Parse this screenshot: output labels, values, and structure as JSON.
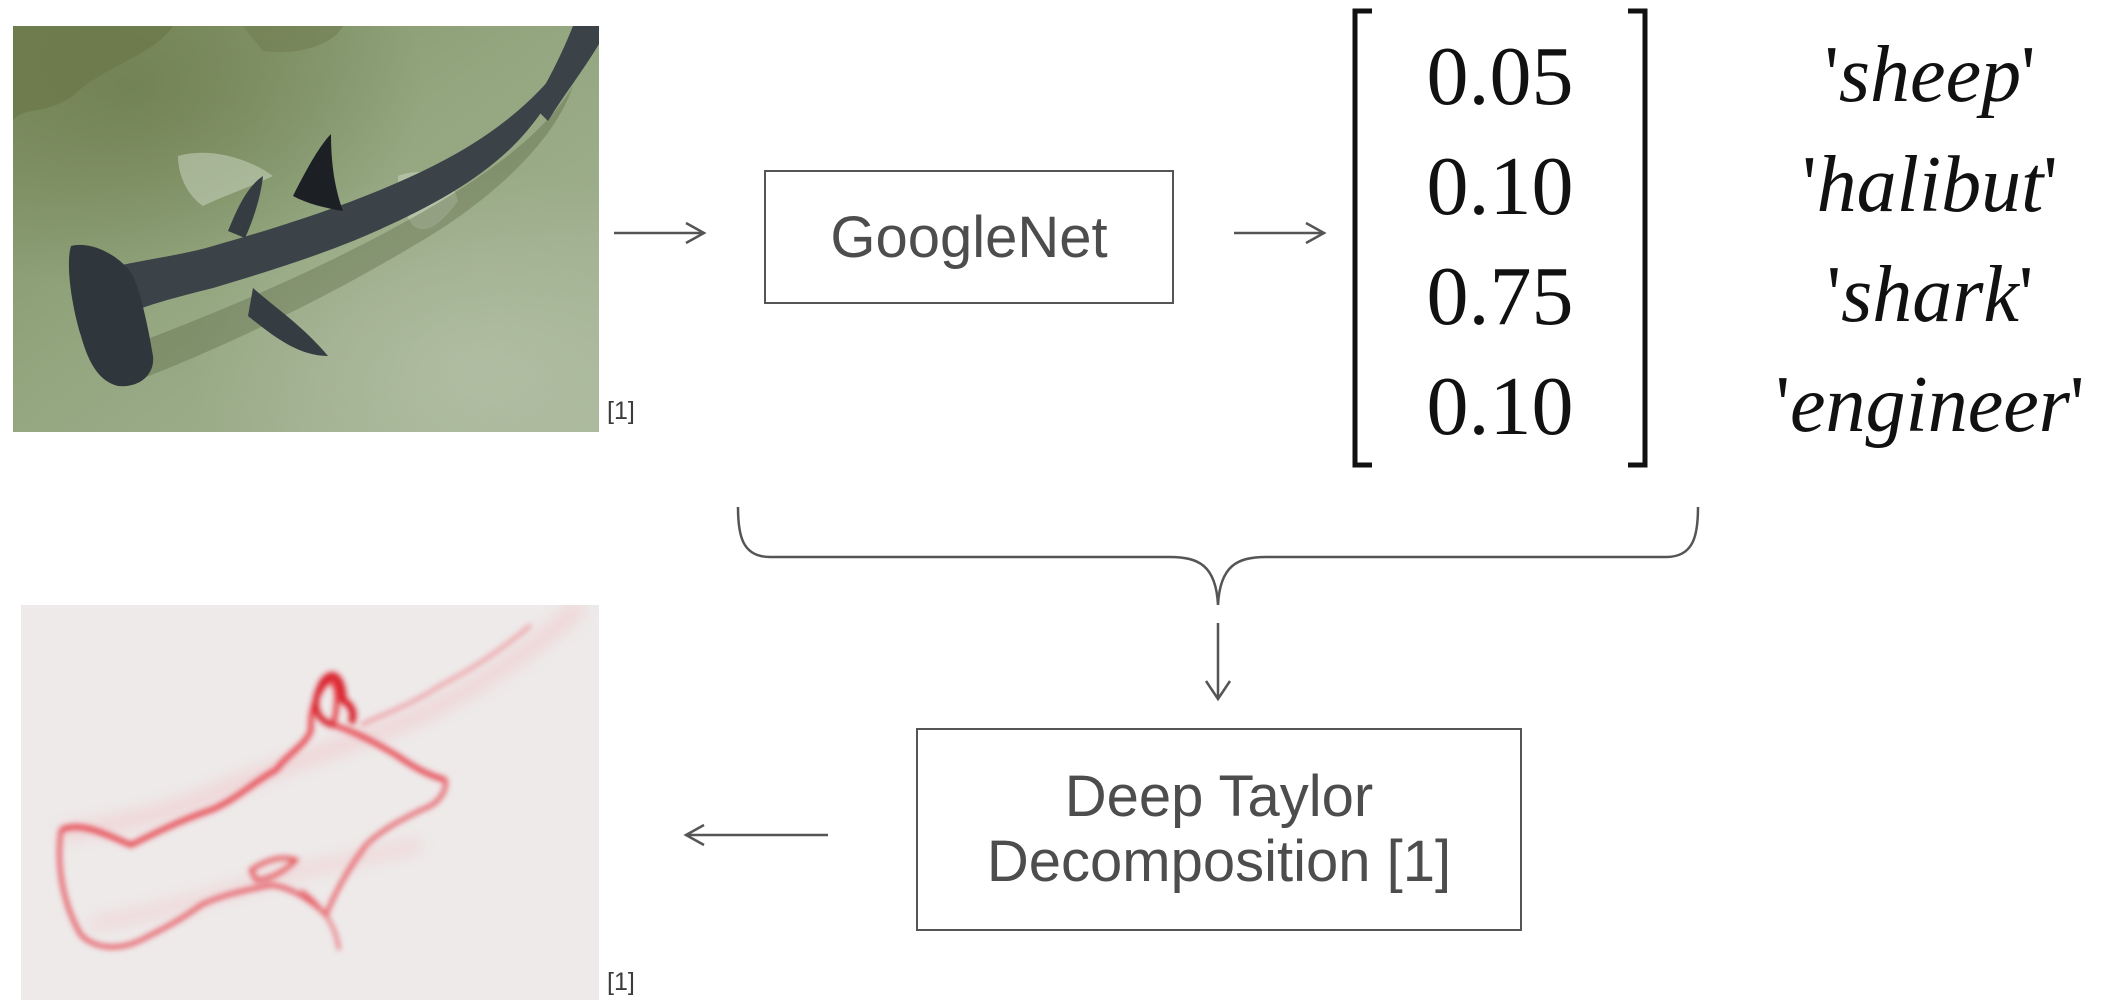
{
  "input_image": {
    "subject": "hammerhead shark in shallow water",
    "ref": "[1]"
  },
  "network": {
    "label": "GoogleNet"
  },
  "output_vector": {
    "values": [
      "0.05",
      "0.10",
      "0.75",
      "0.10"
    ],
    "classes": [
      "sheep",
      "halibut",
      "shark",
      "engineer"
    ]
  },
  "explainer": {
    "line1": "Deep Taylor",
    "line2": "Decomposition [1]"
  },
  "heatmap_image": {
    "subject": "relevance heatmap of the shark silhouette",
    "ref": "[1]"
  },
  "colors": {
    "arrow": "#555555",
    "heat": "#e0202a",
    "water": "#8fa47c",
    "shark": "#3b4248"
  }
}
